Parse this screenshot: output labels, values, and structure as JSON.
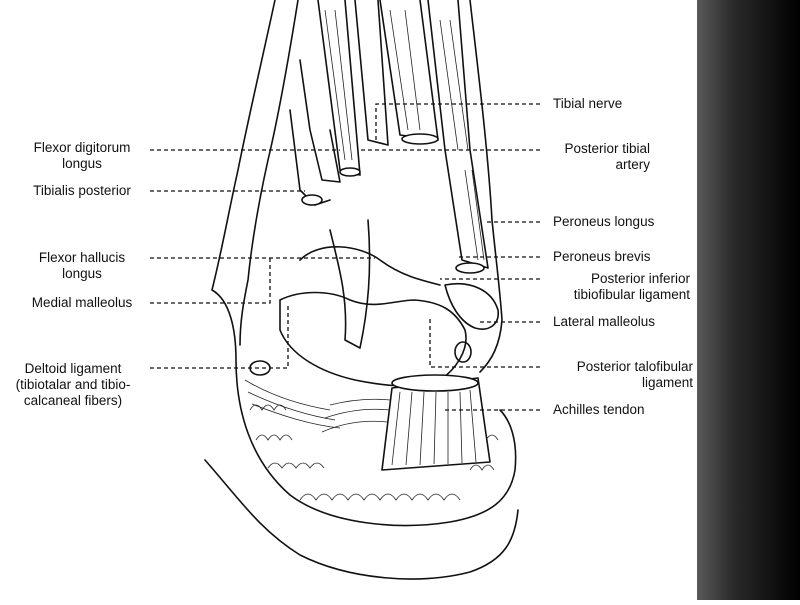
{
  "colors": {
    "background": "#ffffff",
    "ink": "#111111",
    "side_panel": "#000000"
  },
  "labels": {
    "flexor_digitorum_longus": "Flexor digitorum\nlongus",
    "tibialis_posterior": "Tibialis posterior",
    "flexor_hallucis_longus": "Flexor hallucis\nlongus",
    "medial_malleolus": "Medial malleolus",
    "deltoid_ligament": "Deltoid ligament\n(tibiotalar and tibio-\ncalcaneal fibers)",
    "tibial_nerve": "Tibial nerve",
    "posterior_tibial_artery": "Posterior tibial\nartery",
    "peroneus_longus": "Peroneus longus",
    "peroneus_brevis": "Peroneus brevis",
    "posterior_inferior_tibiofibular_ligament": "Posterior inferior\ntibiofibular ligament",
    "lateral_malleolus": "Lateral malleolus",
    "posterior_talofibular_ligament": "Posterior talofibular\nligament",
    "achilles_tendon": "Achilles tendon"
  }
}
